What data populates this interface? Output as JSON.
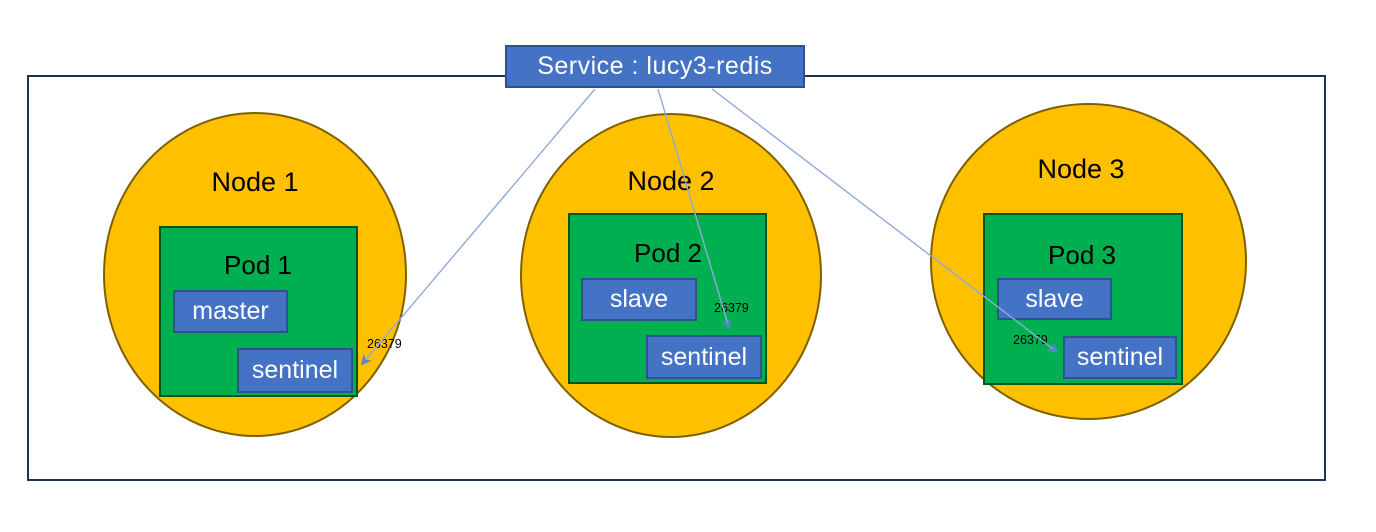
{
  "service": {
    "label": "Service : lucy3-redis"
  },
  "nodes": [
    {
      "label": "Node 1",
      "port": "26379",
      "pod": {
        "label": "Pod 1",
        "components": [
          {
            "label": "master"
          },
          {
            "label": "sentinel"
          }
        ]
      }
    },
    {
      "label": "Node 2",
      "port": "26379",
      "pod": {
        "label": "Pod 2",
        "components": [
          {
            "label": "slave"
          },
          {
            "label": "sentinel"
          }
        ]
      }
    },
    {
      "label": "Node 3",
      "port": "26379",
      "pod": {
        "label": "Pod 3",
        "components": [
          {
            "label": "slave"
          },
          {
            "label": "sentinel"
          }
        ]
      }
    }
  ],
  "colors": {
    "service-fill": "#4472c4",
    "service-border": "#2f528f",
    "node-fill": "#ffc000",
    "node-border": "#7f6000",
    "pod-fill": "#00b050",
    "pod-border": "#00561f",
    "component-fill": "#4472c4",
    "component-border": "#2f528f",
    "component-text": "#ffffff",
    "label-text": "#000000",
    "connector": "#8faadc",
    "arrow": "#5b84ce",
    "boundary-border": "#1f3450"
  }
}
